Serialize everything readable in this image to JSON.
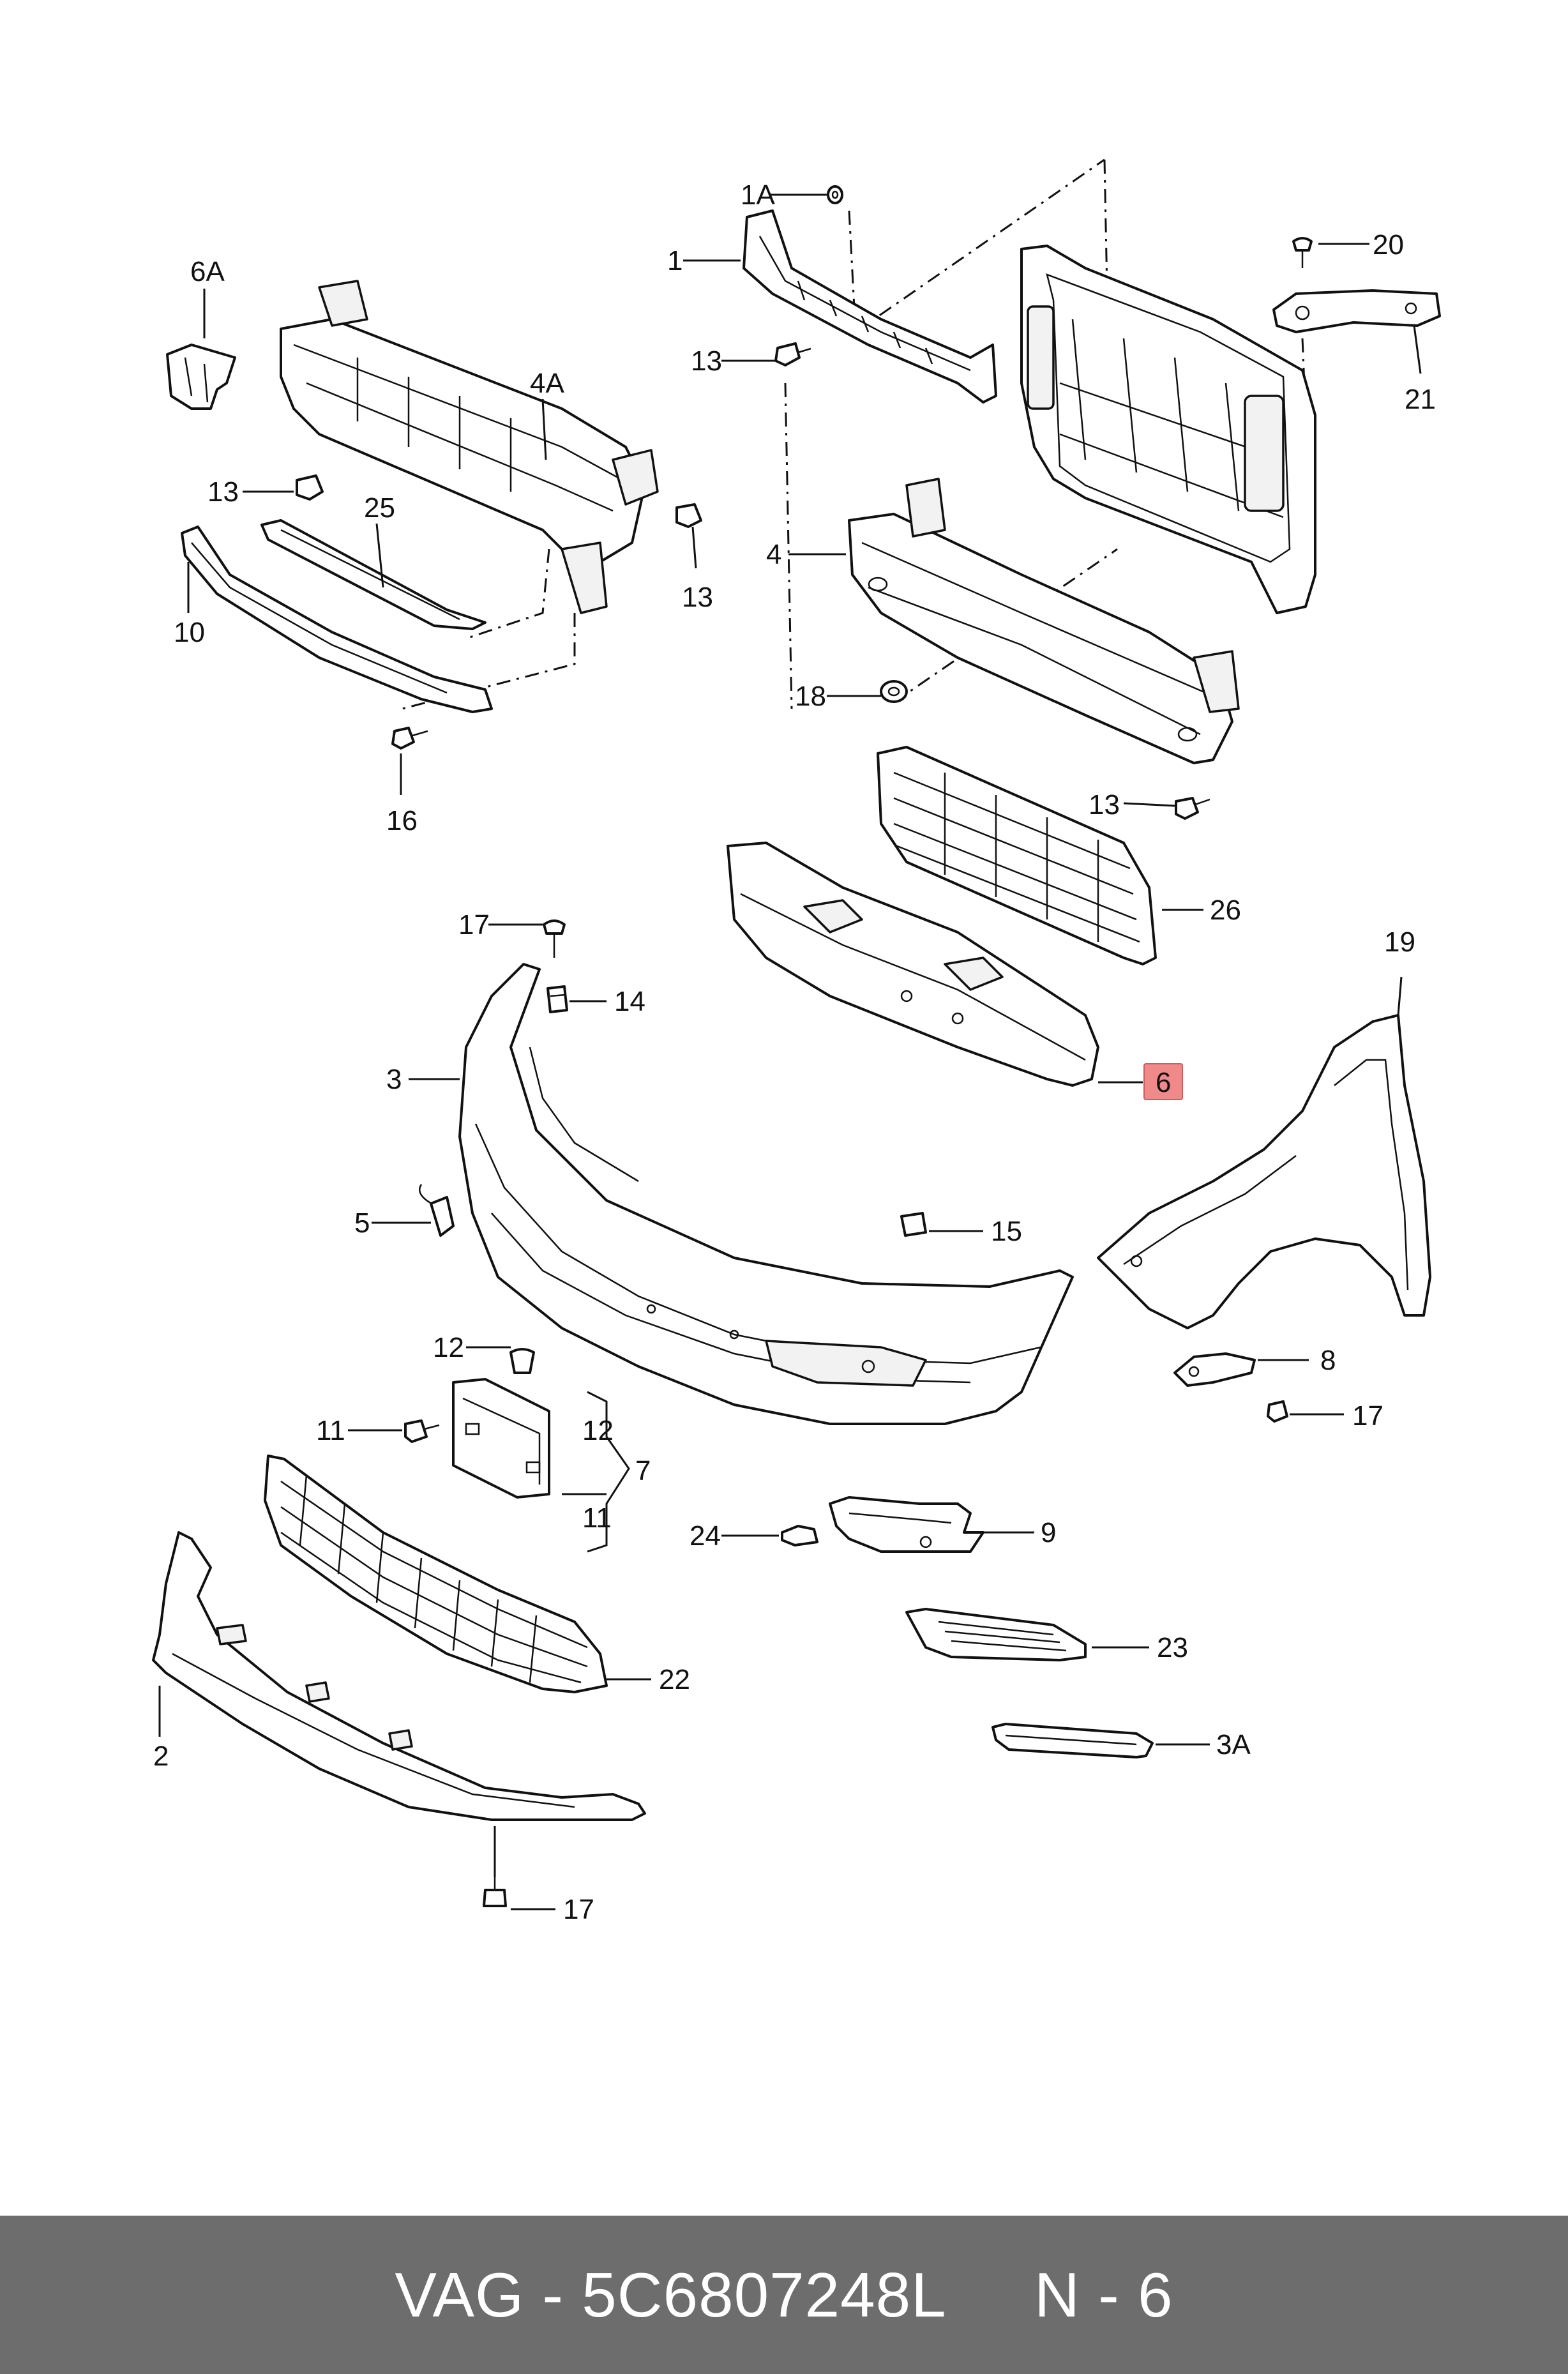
{
  "callouts": {
    "c1A": "1A",
    "c1": "1",
    "c13a": "13",
    "c20": "20",
    "c21": "21",
    "c6A": "6A",
    "c4A": "4A",
    "c13b": "13",
    "c25": "25",
    "c13c": "13",
    "c10": "10",
    "c4": "4",
    "c18": "18",
    "c16": "16",
    "c13d": "13",
    "c26": "26",
    "c17a": "17",
    "c14": "14",
    "c19": "19",
    "c3": "3",
    "c6": "6",
    "c5": "5",
    "c15": "15",
    "c8": "8",
    "c17b": "17",
    "c12a": "12",
    "c11a": "11",
    "c12b": "12",
    "c7": "7",
    "c11b": "11",
    "c24": "24",
    "c9": "9",
    "c22": "22",
    "c23": "23",
    "c2": "2",
    "c3A": "3A",
    "c17c": "17"
  },
  "highlight": {
    "part": "6",
    "color": "#f08a8a"
  },
  "footer": {
    "text": "VAG - 5C6807248L     N - 6",
    "background": "#6d6d6d"
  }
}
